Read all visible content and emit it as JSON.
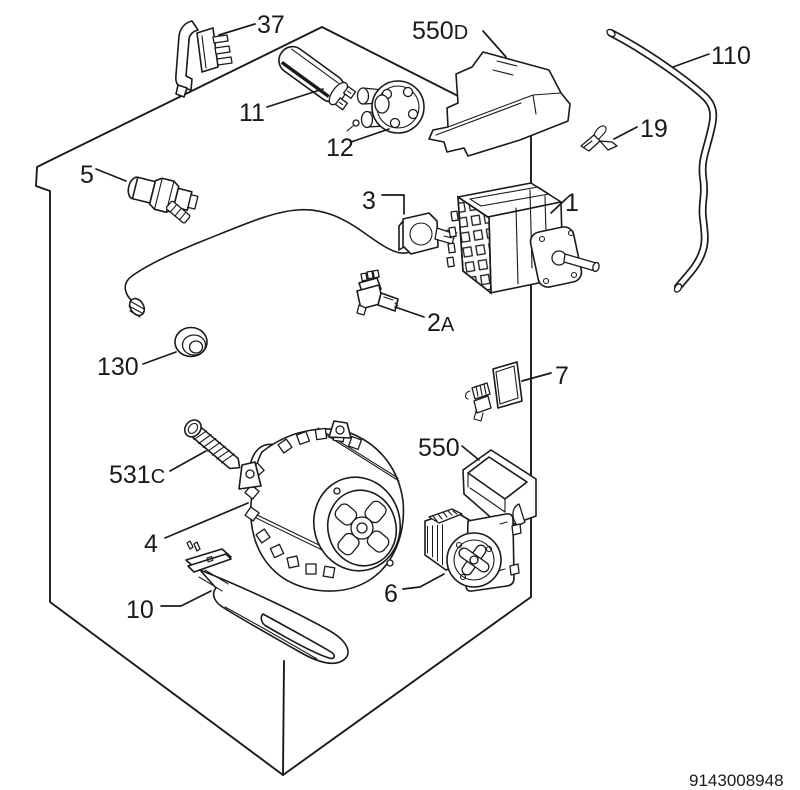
{
  "page": {
    "background_color": "#ffffff",
    "ink_color": "#1a1a1a",
    "footer_code": "9143008948"
  },
  "parts": [
    {
      "label": "37",
      "suffix": ""
    },
    {
      "label": "11",
      "suffix": ""
    },
    {
      "label": "12",
      "suffix": ""
    },
    {
      "label": "550",
      "suffix": "D"
    },
    {
      "label": "110",
      "suffix": ""
    },
    {
      "label": "19",
      "suffix": ""
    },
    {
      "label": "5",
      "suffix": ""
    },
    {
      "label": "3",
      "suffix": ""
    },
    {
      "label": "1",
      "suffix": ""
    },
    {
      "label": "2",
      "suffix": "A"
    },
    {
      "label": "130",
      "suffix": ""
    },
    {
      "label": "7",
      "suffix": ""
    },
    {
      "label": "550",
      "suffix": ""
    },
    {
      "label": "531",
      "suffix": "C"
    },
    {
      "label": "4",
      "suffix": ""
    },
    {
      "label": "6",
      "suffix": ""
    },
    {
      "label": "10",
      "suffix": ""
    }
  ]
}
